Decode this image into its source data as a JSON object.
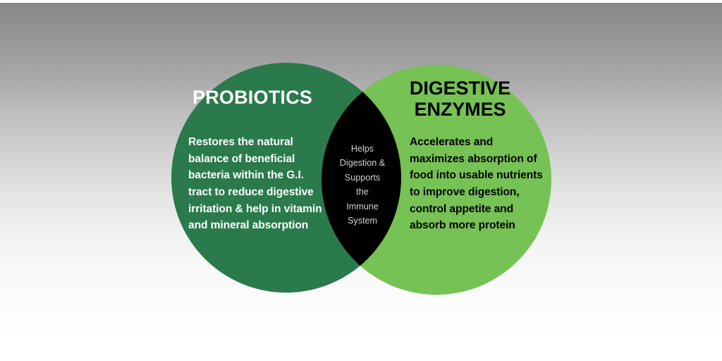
{
  "diagram": {
    "type": "venn",
    "background": {
      "gradient_top_color": "#878787",
      "gradient_bottom_color": "#ffffff"
    },
    "left_circle": {
      "title": "PROBIOTICS",
      "body": "Restores the natural balance of beneficial bacteria within the G.I. tract to reduce digestive irritation & help in vitamin and mineral absorption",
      "fill_color": "#2a7a4b",
      "title_color": "#ffffff",
      "body_color": "#ffffff"
    },
    "right_circle": {
      "title_line_1": "DIGESTIVE",
      "title_line_2": "ENZYMES",
      "body": "Accelerates and maximizes absorption of food into usable nutrients to improve digestion, control appetite and absorb more protein",
      "fill_color": "#76c254",
      "title_color": "#000000",
      "body_color": "#000000"
    },
    "intersection": {
      "lines": [
        "Helps",
        "Digestion &",
        "Supports",
        "the",
        "Immune",
        "System"
      ],
      "fill_color": "#000000",
      "text_color": "#d2d2d2"
    }
  }
}
